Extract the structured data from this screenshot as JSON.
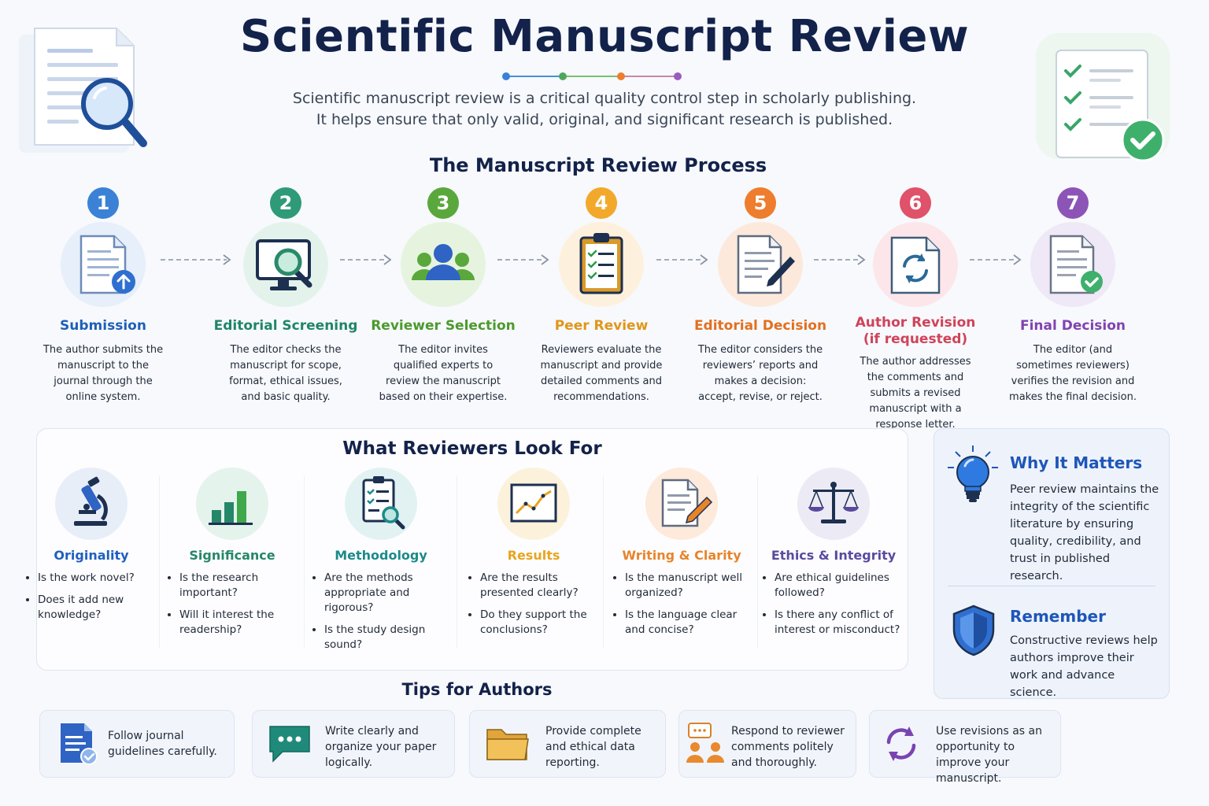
{
  "header": {
    "title": "Scientific Manuscript Review",
    "subtitle_line1": "Scientific manuscript review is a critical quality control step in scholarly publishing.",
    "subtitle_line2": "It helps ensure that only valid, original, and significant research is published."
  },
  "process": {
    "heading": "The Manuscript Review Process",
    "steps": [
      {
        "number": "1",
        "title": "Submission",
        "description": "The author submits the manuscript to the journal through the online system.",
        "color": "#3b82d6",
        "icon": "document-upload-icon"
      },
      {
        "number": "2",
        "title": "Editorial Screening",
        "description": "The editor checks the manuscript for scope, format, ethical issues, and basic quality.",
        "color": "#2e9a78",
        "icon": "monitor-magnifier-icon"
      },
      {
        "number": "3",
        "title": "Reviewer Selection",
        "description": "The editor invites qualified experts to review the manuscript based on their expertise.",
        "color": "#5aa83c",
        "icon": "reviewers-group-icon"
      },
      {
        "number": "4",
        "title": "Peer Review",
        "description": "Reviewers evaluate the manuscript and provide detailed comments and recommendations.",
        "color": "#f2a92b",
        "icon": "clipboard-checklist-icon"
      },
      {
        "number": "5",
        "title": "Editorial Decision",
        "description": "The editor considers the reviewers’ reports and makes a decision: accept, revise, or reject.",
        "color": "#ee7d2d",
        "icon": "document-pen-icon"
      },
      {
        "number": "6",
        "title": "Author Revision",
        "title_line2": "(if requested)",
        "description": "The author addresses the comments and submits a revised manuscript with a response letter.",
        "color": "#df5269",
        "icon": "document-refresh-icon"
      },
      {
        "number": "7",
        "title": "Final Decision",
        "description": "The editor (and sometimes reviewers) verifies the revision and makes the final decision.",
        "color": "#8d54b8",
        "icon": "document-check-icon"
      }
    ]
  },
  "reviewers": {
    "heading": "What Reviewers Look For",
    "criteria": [
      {
        "title": "Originality",
        "points": [
          "Is the work novel?",
          "Does it add new knowledge?"
        ],
        "color": "#1f5fbf",
        "icon": "microscope-icon"
      },
      {
        "title": "Significance",
        "points": [
          "Is the research important?",
          "Will it interest the readership?"
        ],
        "color": "#25876a",
        "icon": "bar-chart-icon"
      },
      {
        "title": "Methodology",
        "points": [
          "Are the methods appropriate and rigorous?",
          "Is the study design sound?"
        ],
        "color": "#1c8a8a",
        "icon": "clipboard-magnifier-icon"
      },
      {
        "title": "Results",
        "points": [
          "Are the results presented clearly?",
          "Do they support the conclusions?"
        ],
        "color": "#e8a51f",
        "icon": "line-chart-icon"
      },
      {
        "title": "Writing & Clarity",
        "points": [
          "Is the manuscript well organized?",
          "Is the language clear and concise?"
        ],
        "color": "#e8842a",
        "icon": "document-pencil-icon"
      },
      {
        "title": "Ethics & Integrity",
        "points": [
          "Are ethical guidelines followed?",
          "Is there any conflict of interest or misconduct?"
        ],
        "color": "#5a4a9e",
        "icon": "scales-icon"
      }
    ]
  },
  "side": {
    "why_title": "Why It Matters",
    "why_text": "Peer review maintains the integrity of the scientific literature by ensuring quality, credibility, and trust in published research.",
    "remember_title": "Remember",
    "remember_text": "Constructive reviews help authors improve their work and advance science."
  },
  "tips": {
    "heading": "Tips for Authors",
    "items": [
      {
        "text": "Follow journal guidelines carefully.",
        "icon": "guidelines-document-icon"
      },
      {
        "text": "Write clearly and organize your paper logically.",
        "icon": "chat-bubble-icon"
      },
      {
        "text": "Provide complete and ethical data reporting.",
        "icon": "folder-icon"
      },
      {
        "text": "Respond to reviewer comments politely and thoroughly.",
        "icon": "conversation-people-icon"
      },
      {
        "text": "Use revisions as an opportunity to improve your manuscript.",
        "icon": "refresh-arrows-icon"
      }
    ]
  },
  "colors": {
    "navy": "#13224a",
    "accent_blue": "#1e56b8"
  }
}
